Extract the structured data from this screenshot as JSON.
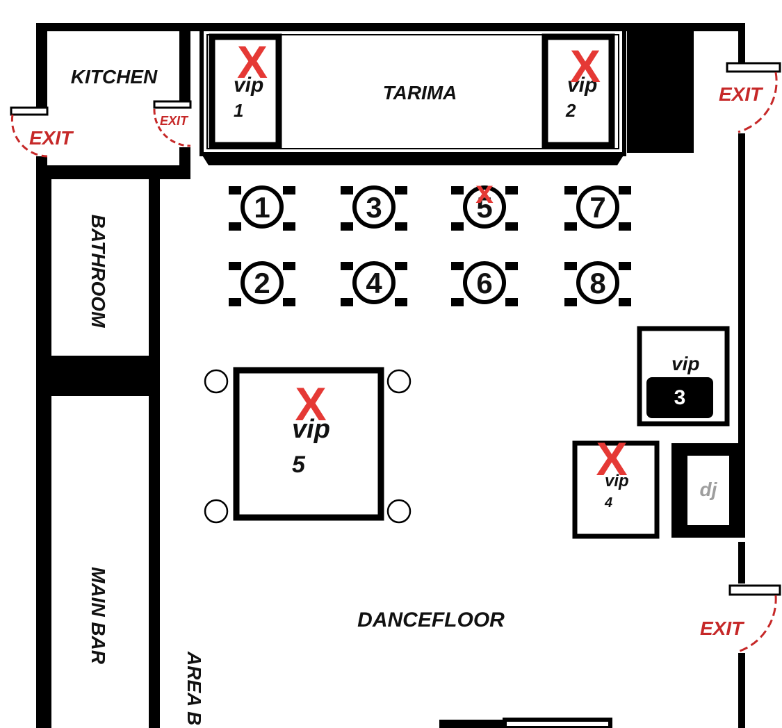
{
  "colors": {
    "wall": "#000000",
    "exit": "#c62828",
    "reserved_mark": "#e53935",
    "dj_text": "#9e9e9e",
    "vip3_badge": "#000000"
  },
  "rooms": {
    "kitchen": "KITCHEN",
    "bathroom": "BATHROOM",
    "main_bar": "MAIN BAR",
    "area": "AREA B",
    "tarima": "TARIMA",
    "dancefloor": "DANCEFLOOR",
    "dj": "dj"
  },
  "exits": {
    "kitchen_outer": "EXIT",
    "kitchen_inner": "EXIT",
    "right_top": "EXIT",
    "right_bottom": "EXIT"
  },
  "vip_areas": [
    {
      "id": "vip-1",
      "label": "vip",
      "number": "1",
      "reserved": true
    },
    {
      "id": "vip-2",
      "label": "vip",
      "number": "2",
      "reserved": true
    },
    {
      "id": "vip-3",
      "label": "vip",
      "number": "3",
      "reserved": false
    },
    {
      "id": "vip-4",
      "label": "vip",
      "number": "4",
      "reserved": true
    },
    {
      "id": "vip-5",
      "label": "vip",
      "number": "5",
      "reserved": true
    }
  ],
  "tables": [
    {
      "number": "1",
      "reserved": false
    },
    {
      "number": "2",
      "reserved": false
    },
    {
      "number": "3",
      "reserved": false
    },
    {
      "number": "4",
      "reserved": false
    },
    {
      "number": "5",
      "reserved": true
    },
    {
      "number": "6",
      "reserved": false
    },
    {
      "number": "7",
      "reserved": false
    },
    {
      "number": "8",
      "reserved": false
    }
  ],
  "reserved_mark_symbol": "X",
  "table_reserved_mark_symbol": "x"
}
